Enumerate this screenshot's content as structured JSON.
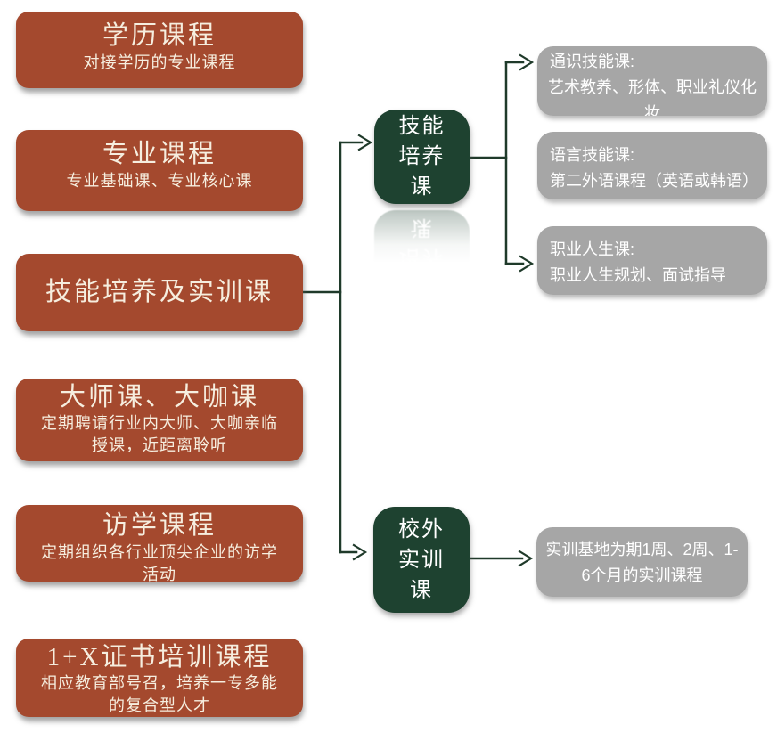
{
  "colors": {
    "left_box_fill": "#A4492E",
    "left_box_text": "#F6EEDF",
    "mid_node_fill": "#1E4230",
    "right_box_fill": "#A6A6A6",
    "node_text": "#FFFFFF",
    "connector": "#1F3A2A",
    "background": "#FFFFFF"
  },
  "left_boxes": [
    {
      "title": "学历课程",
      "subtitle": "对接学历的专业课程"
    },
    {
      "title": "专业课程",
      "subtitle": "专业基础课、专业核心课"
    },
    {
      "title": "技能培养及实训课",
      "subtitle": ""
    },
    {
      "title": "大师课、大咖课",
      "subtitle": "定期聘请行业内大师、大咖亲临授课，近距离聆听"
    },
    {
      "title": "访学课程",
      "subtitle": "定期组织各行业顶尖企业的访学活动"
    },
    {
      "title": "1+X证书培训课程",
      "subtitle": "相应教育部号召，培养一专多能的复合型人才"
    }
  ],
  "mid_boxes": [
    {
      "label": "技能培养课",
      "lines": [
        "技能",
        "培养",
        "课"
      ]
    },
    {
      "label": "校外实训课",
      "lines": [
        "校外",
        "实训",
        "课"
      ]
    }
  ],
  "right_boxes": [
    {
      "heading": "通识技能课:",
      "body": "艺术教养、形体、职业礼仪化妆"
    },
    {
      "heading": "语言技能课:",
      "body": "第二外语课程（英语或韩语）"
    },
    {
      "heading": "职业人生课:",
      "body": "职业人生规划、面试指导"
    },
    {
      "heading": "",
      "body": "实训基地为期1周、2周、1-6个月的实训课程"
    }
  ],
  "connections": [
    {
      "from": "技能培养及实训课",
      "to": "技能培养课"
    },
    {
      "from": "技能培养及实训课",
      "to": "校外实训课"
    },
    {
      "from": "技能培养课",
      "to": "通识技能课"
    },
    {
      "from": "技能培养课",
      "to": "语言技能课"
    },
    {
      "from": "技能培养课",
      "to": "职业人生课"
    },
    {
      "from": "校外实训课",
      "to": "实训基地"
    }
  ]
}
